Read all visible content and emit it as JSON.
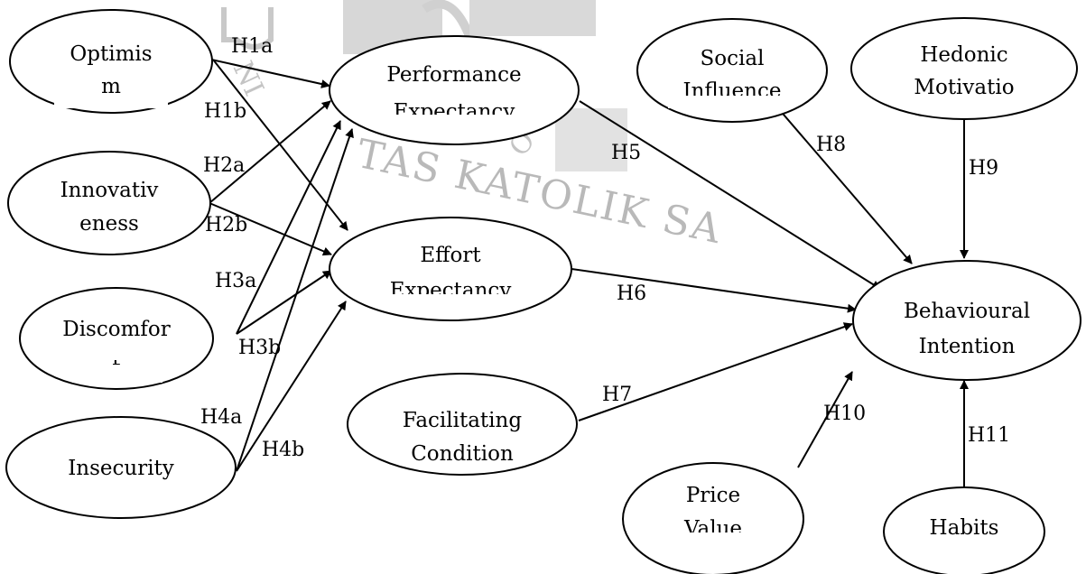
{
  "watermark": {
    "arc_text": "TAS KATOLIK SA",
    "fragment_left": "NI",
    "fragment_right": "O"
  },
  "nodes": {
    "optimism": {
      "line1": "Optimis",
      "line2": "m"
    },
    "innovativeness": {
      "line1": "Innovativ",
      "line2": "eness"
    },
    "discomfort": {
      "line1": "Discomfor",
      "line2": "t"
    },
    "insecurity": {
      "line1": "Insecurity",
      "line2": ""
    },
    "performance_expectancy": {
      "line1": "Performance",
      "line2": "Expectancy"
    },
    "effort_expectancy": {
      "line1": "Effort",
      "line2": "Expectancy"
    },
    "facilitating_condition": {
      "line1": "Facilitating",
      "line2": "Condition"
    },
    "social_influence": {
      "line1": "Social",
      "line2": "Influence"
    },
    "hedonic_motivation": {
      "line1": "Hedonic",
      "line2": "Motivatio"
    },
    "behavioural_intention": {
      "line1": "Behavioural",
      "line2": "Intention"
    },
    "price_value": {
      "line1": "Price",
      "line2": "Value"
    },
    "habits": {
      "line1": "Habits",
      "line2": ""
    }
  },
  "hypotheses": {
    "h1a": "H1a",
    "h1b": "H1b",
    "h2a": "H2a",
    "h2b": "H2b",
    "h3a": "H3a",
    "h3b": "H3b",
    "h4a": "H4a",
    "h4b": "H4b",
    "h5": "H5",
    "h6": "H6",
    "h7": "H7",
    "h8": "H8",
    "h9": "H9",
    "h10": "H10",
    "h11": "H11"
  },
  "colors": {
    "stroke": "#000000",
    "watermark": "#b9b9b9",
    "background": "#ffffff"
  }
}
